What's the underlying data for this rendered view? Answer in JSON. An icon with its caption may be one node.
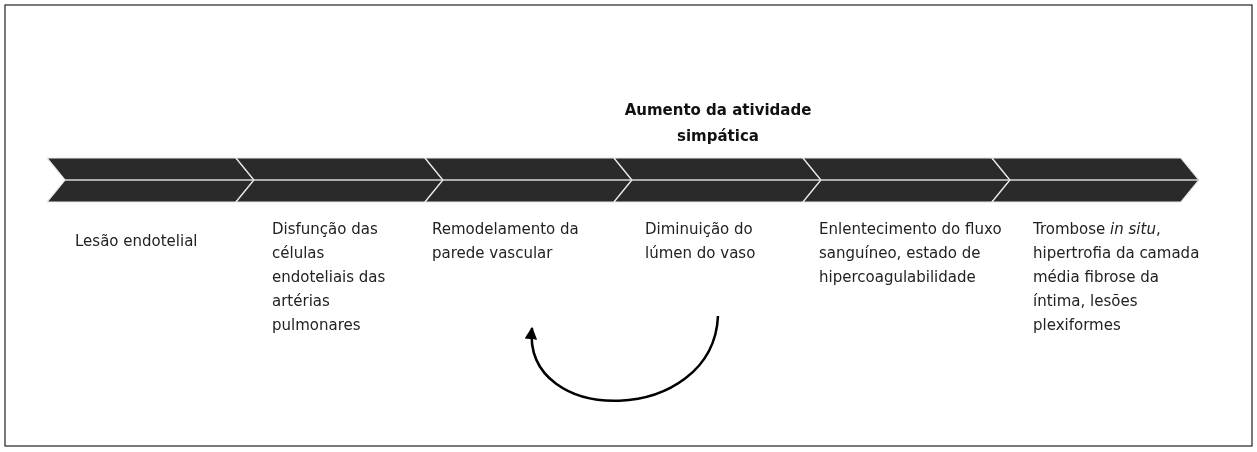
{
  "diagram": {
    "nodes": [
      {
        "text": [
          "Lesão endotelial"
        ]
      },
      {
        "text": [
          "Disfunção das células endoteliais das artérias pulmonares"
        ]
      },
      {
        "text": [
          "Remodelamento da parede vascular"
        ]
      },
      {
        "text": [
          "Diminuição do lúmen do vaso"
        ]
      },
      {
        "text": [
          "Enlentecimento do fluxo sanguíneo, estado de hipercoagulabilidade"
        ]
      },
      {
        "text": [
          "Trombose *in situ*, hipertrofia da camada média fibrose da íntima, lesões plexiformes"
        ]
      }
    ],
    "edges": [
      {
        "from": 3,
        "to": 2,
        "arrow": "to"
      }
    ],
    "labels": [
      "Aumento da atividade simpática"
    ]
  }
}
